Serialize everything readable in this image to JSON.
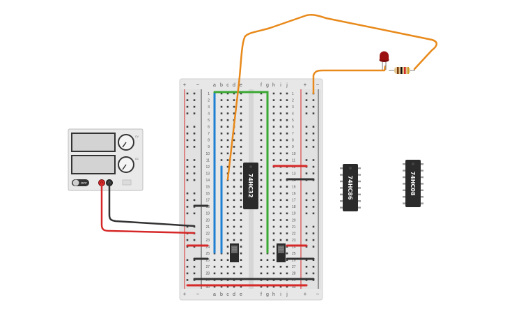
{
  "breadboard": {
    "columns_left": [
      "a",
      "b",
      "c",
      "d",
      "e"
    ],
    "columns_right": [
      "f",
      "g",
      "h",
      "i",
      "j"
    ],
    "row_numbers": [
      "1",
      "2",
      "3",
      "4",
      "5",
      "6",
      "7",
      "8",
      "9",
      "10",
      "11",
      "12",
      "13",
      "14",
      "15",
      "16",
      "17",
      "18",
      "19",
      "20",
      "21",
      "22",
      "23",
      "24",
      "25",
      "26",
      "27",
      "28",
      "29",
      "30"
    ],
    "rail_plus": "+",
    "rail_minus": "−"
  },
  "chips": [
    {
      "label": "74HC32"
    },
    {
      "label": "74HC86"
    },
    {
      "label": "74HC08"
    }
  ],
  "power_supply": {
    "button_label": "OFF",
    "knob1_label": "CV",
    "knob2_label": "CC"
  },
  "colors": {
    "wire_orange": "#e8891a",
    "wire_blue": "#1f7fd0",
    "wire_green": "#3aa832",
    "wire_red": "#d62828",
    "wire_black": "#333333",
    "chip_body": "#2b2b2b",
    "led_red": "#9b1010"
  }
}
